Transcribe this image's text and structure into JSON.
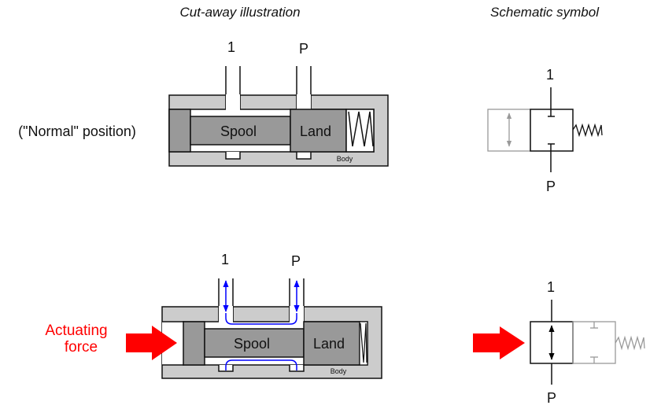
{
  "headers": {
    "cutaway": "Cut-away illustration",
    "schematic": "Schematic symbol"
  },
  "top_row": {
    "state_label": "(\"Normal\" position)",
    "cutaway": {
      "port_1": "1",
      "port_p": "P",
      "spool": "Spool",
      "land": "Land",
      "body": "Body"
    },
    "schematic": {
      "port_1": "1",
      "port_p": "P"
    }
  },
  "bottom_row": {
    "force_label_line1": "Actuating",
    "force_label_line2": "force",
    "cutaway": {
      "port_1": "1",
      "port_p": "P",
      "spool": "Spool",
      "land": "Land",
      "body": "Body"
    },
    "schematic": {
      "port_1": "1",
      "port_p": "P"
    }
  },
  "colors": {
    "body": "#cccccc",
    "spool": "#999999",
    "flow": "#0000ff",
    "force": "#ff0000",
    "inactive": "#999999"
  }
}
